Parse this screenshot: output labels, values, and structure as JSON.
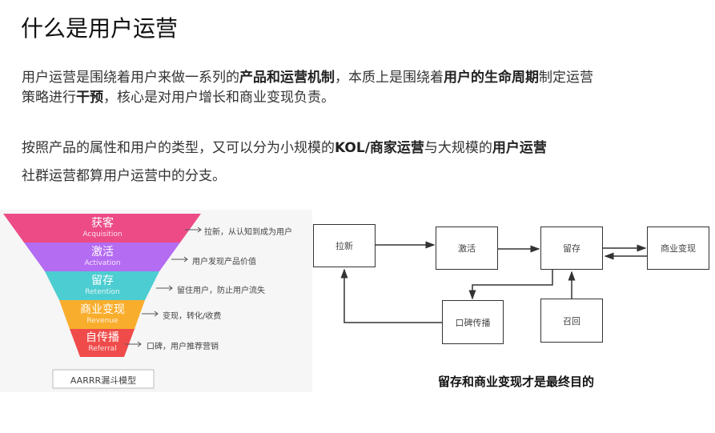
{
  "title": "什么是用户运营",
  "para1": {
    "a": "用户运营是围绕着用户来做一系列的",
    "b": "产品和运营机制",
    "c": "，本质上是围绕着",
    "d": "用户的生命周期",
    "e": "制定运营",
    "f": "策略进行",
    "g": "干预",
    "h": "，核心是对用户增长和商业变现负责。"
  },
  "para2": {
    "a": "按照产品的属性和用户的类型，又可以分为小规模的",
    "b": "KOL/商家运营",
    "c": "与大规模的",
    "d": "用户运营"
  },
  "para3": "社群运营都算用户运营中的分支。",
  "funnel": {
    "stages": [
      {
        "zh": "获客",
        "en": "Acquisition",
        "note": "拉新，从认知到成为用户",
        "color": "#ec4b86"
      },
      {
        "zh": "激活",
        "en": "Activation",
        "note": "用户发现产品价值",
        "color": "#b46cf2"
      },
      {
        "zh": "留存",
        "en": "Retention",
        "note": "留住用户，防止用户流失",
        "color": "#4ccdd1"
      },
      {
        "zh": "商业变现",
        "en": "Revenue",
        "note": "变现，转化/收费",
        "color": "#f9ad2c"
      },
      {
        "zh": "自传播",
        "en": "Referral",
        "note": "口碑，用户推荐营销",
        "color": "#f04b4b"
      }
    ],
    "label": "AARRR漏斗模型"
  },
  "flow": {
    "boxes": [
      "拉新",
      "激活",
      "留存",
      "商业变现",
      "口碑传播",
      "召回"
    ],
    "caption": "留存和商业变现才是最终目的"
  }
}
